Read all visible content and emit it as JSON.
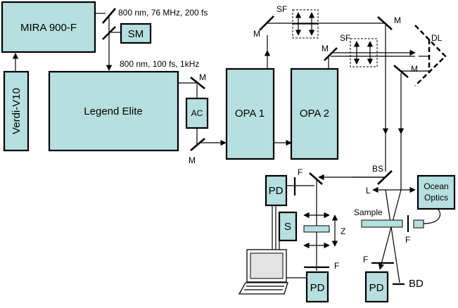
{
  "components": {
    "mira": "MIRA 900-F",
    "verdi": "Verdi-V10",
    "sm": "SM",
    "legend": "Legend Elite",
    "ac": "AC",
    "opa1": "OPA 1",
    "opa2": "OPA 2",
    "ocean": [
      "Ocean",
      "Optics"
    ],
    "pd": "PD",
    "s": "S"
  },
  "labels": {
    "mira_output": "800 nm, 76 MHz, 200 fs",
    "legend_output": "800 nm, 100 fs, 1kHz",
    "mirror": "M",
    "sf": "SF",
    "dl": "DL",
    "bs": "BS",
    "lens": "L",
    "filter": "F",
    "sample": "Sample",
    "z": "Z",
    "bd": "BD"
  },
  "colors": {
    "box_fill": "#b7dfe0",
    "stroke": "#000000",
    "screen": "#e3e3e3"
  },
  "icons": [
    "laptop-icon",
    "mirror-icon",
    "arrow-icon"
  ]
}
